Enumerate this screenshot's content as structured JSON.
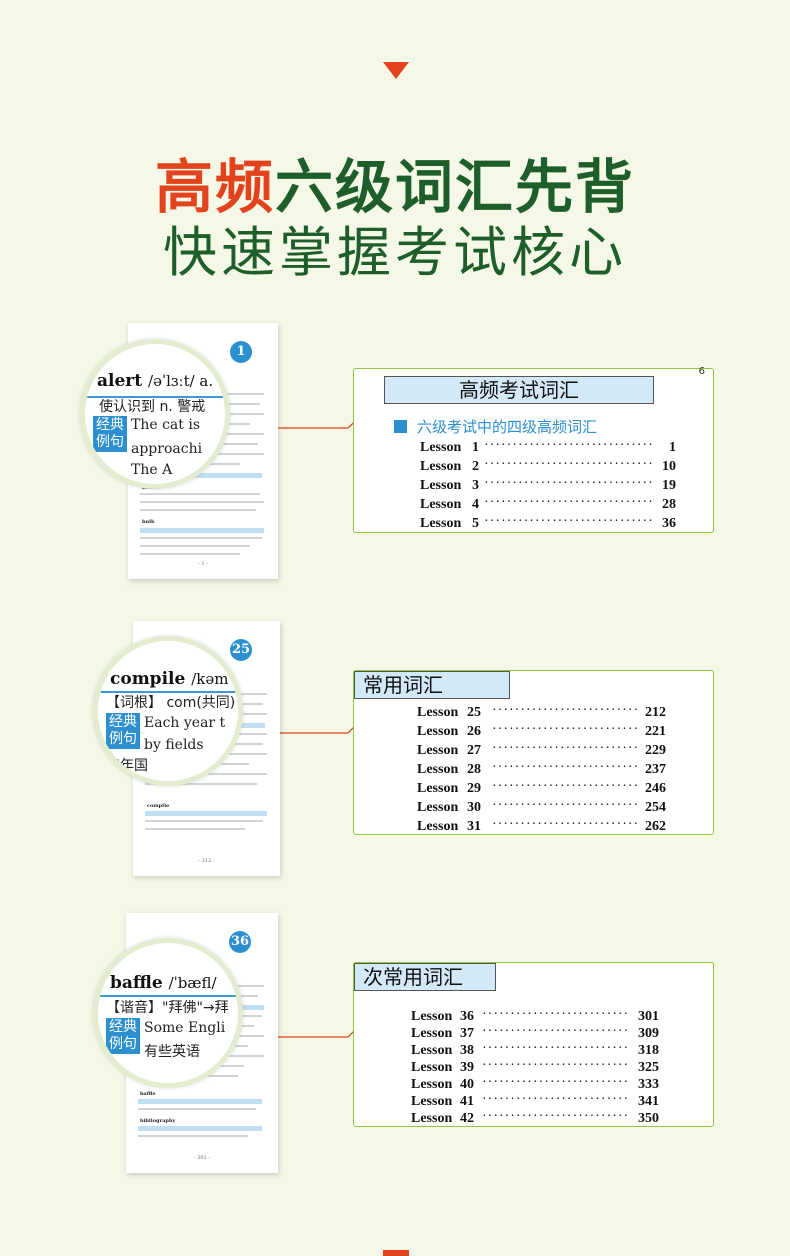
{
  "headline": {
    "line1_red": "高频",
    "line1_green": "六级词汇先背",
    "line2": "快速掌握考试核心"
  },
  "colors": {
    "accent_red": "#e2421c",
    "dark_green": "#1e5e2b",
    "blue": "#2c8fd0",
    "border_green": "#8dc63f"
  },
  "sections": [
    {
      "badge": "1",
      "lens": {
        "word": "alert",
        "ipa": "/əˈlɜːt/  a.",
        "line2": "使认识到  n.  警戒",
        "tag": "经典例句",
        "example_lines": [
          "The  cat  is",
          "approachi",
          "The  A"
        ],
        "page_no": "- 1 -"
      },
      "page_words": [
        "behalf",
        "bulk"
      ],
      "toc": {
        "title": "高频考试词汇",
        "subtitle": "六级考试中的四级高频词汇",
        "corner": "6",
        "rows": [
          {
            "label": "Lesson",
            "n": "1",
            "page": "1"
          },
          {
            "label": "Lesson",
            "n": "2",
            "page": "10"
          },
          {
            "label": "Lesson",
            "n": "3",
            "page": "19"
          },
          {
            "label": "Lesson",
            "n": "4",
            "page": "28"
          },
          {
            "label": "Lesson",
            "n": "5",
            "page": "36"
          }
        ]
      }
    },
    {
      "badge": "25",
      "lens": {
        "word": "compile",
        "ipa": "/kəm",
        "line2": "【词根】 com(共同)",
        "tag": "经典例句",
        "example_lines": [
          "Each  year  t",
          "by  fields",
          "每年国"
        ],
        "page_no": "- 212 -"
      },
      "page_words": [
        "compile"
      ],
      "toc": {
        "title": "常用词汇",
        "rows": [
          {
            "label": "Lesson",
            "n": "25",
            "page": "212"
          },
          {
            "label": "Lesson",
            "n": "26",
            "page": "221"
          },
          {
            "label": "Lesson",
            "n": "27",
            "page": "229"
          },
          {
            "label": "Lesson",
            "n": "28",
            "page": "237"
          },
          {
            "label": "Lesson",
            "n": "29",
            "page": "246"
          },
          {
            "label": "Lesson",
            "n": "30",
            "page": "254"
          },
          {
            "label": "Lesson",
            "n": "31",
            "page": "262"
          }
        ]
      }
    },
    {
      "badge": "36",
      "lens": {
        "word": "baffle",
        "ipa": "/ˈbæfl/",
        "line2": "【谐音】\"拜佛\"→拜",
        "tag": "经典例句",
        "example_lines": [
          "Some  Engli",
          "有些英语"
        ],
        "page_no": "- 301 -"
      },
      "page_words": [
        "baffle",
        "bibliography"
      ],
      "toc": {
        "title": "次常用词汇",
        "rows": [
          {
            "label": "Lesson",
            "n": "36",
            "page": "301"
          },
          {
            "label": "Lesson",
            "n": "37",
            "page": "309"
          },
          {
            "label": "Lesson",
            "n": "38",
            "page": "318"
          },
          {
            "label": "Lesson",
            "n": "39",
            "page": "325"
          },
          {
            "label": "Lesson",
            "n": "40",
            "page": "333"
          },
          {
            "label": "Lesson",
            "n": "41",
            "page": "341"
          },
          {
            "label": "Lesson",
            "n": "42",
            "page": "350"
          }
        ]
      }
    }
  ]
}
